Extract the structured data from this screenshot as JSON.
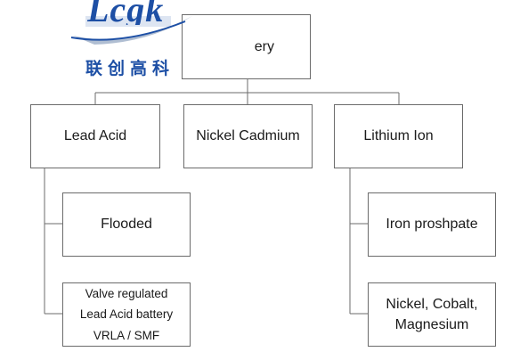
{
  "diagram": {
    "root": {
      "label": "ery"
    },
    "categories": [
      {
        "label": "Lead Acid",
        "children": [
          {
            "label": "Flooded"
          },
          {
            "lines": [
              "Valve regulated",
              "Lead Acid battery",
              "VRLA / SMF"
            ]
          }
        ]
      },
      {
        "label": "Nickel Cadmium",
        "children": []
      },
      {
        "label": "Lithium Ion",
        "children": [
          {
            "label": "Iron proshpate"
          },
          {
            "lines": [
              "Nickel, Cobalt,",
              "Magnesium"
            ]
          }
        ]
      }
    ]
  },
  "logo": {
    "wordmark": "Lcgk",
    "chinese": "联创高科",
    "colors": {
      "primary": "#1d4fa5",
      "accent": "#d62b2b",
      "swoosh": "#8fa3bf"
    }
  }
}
